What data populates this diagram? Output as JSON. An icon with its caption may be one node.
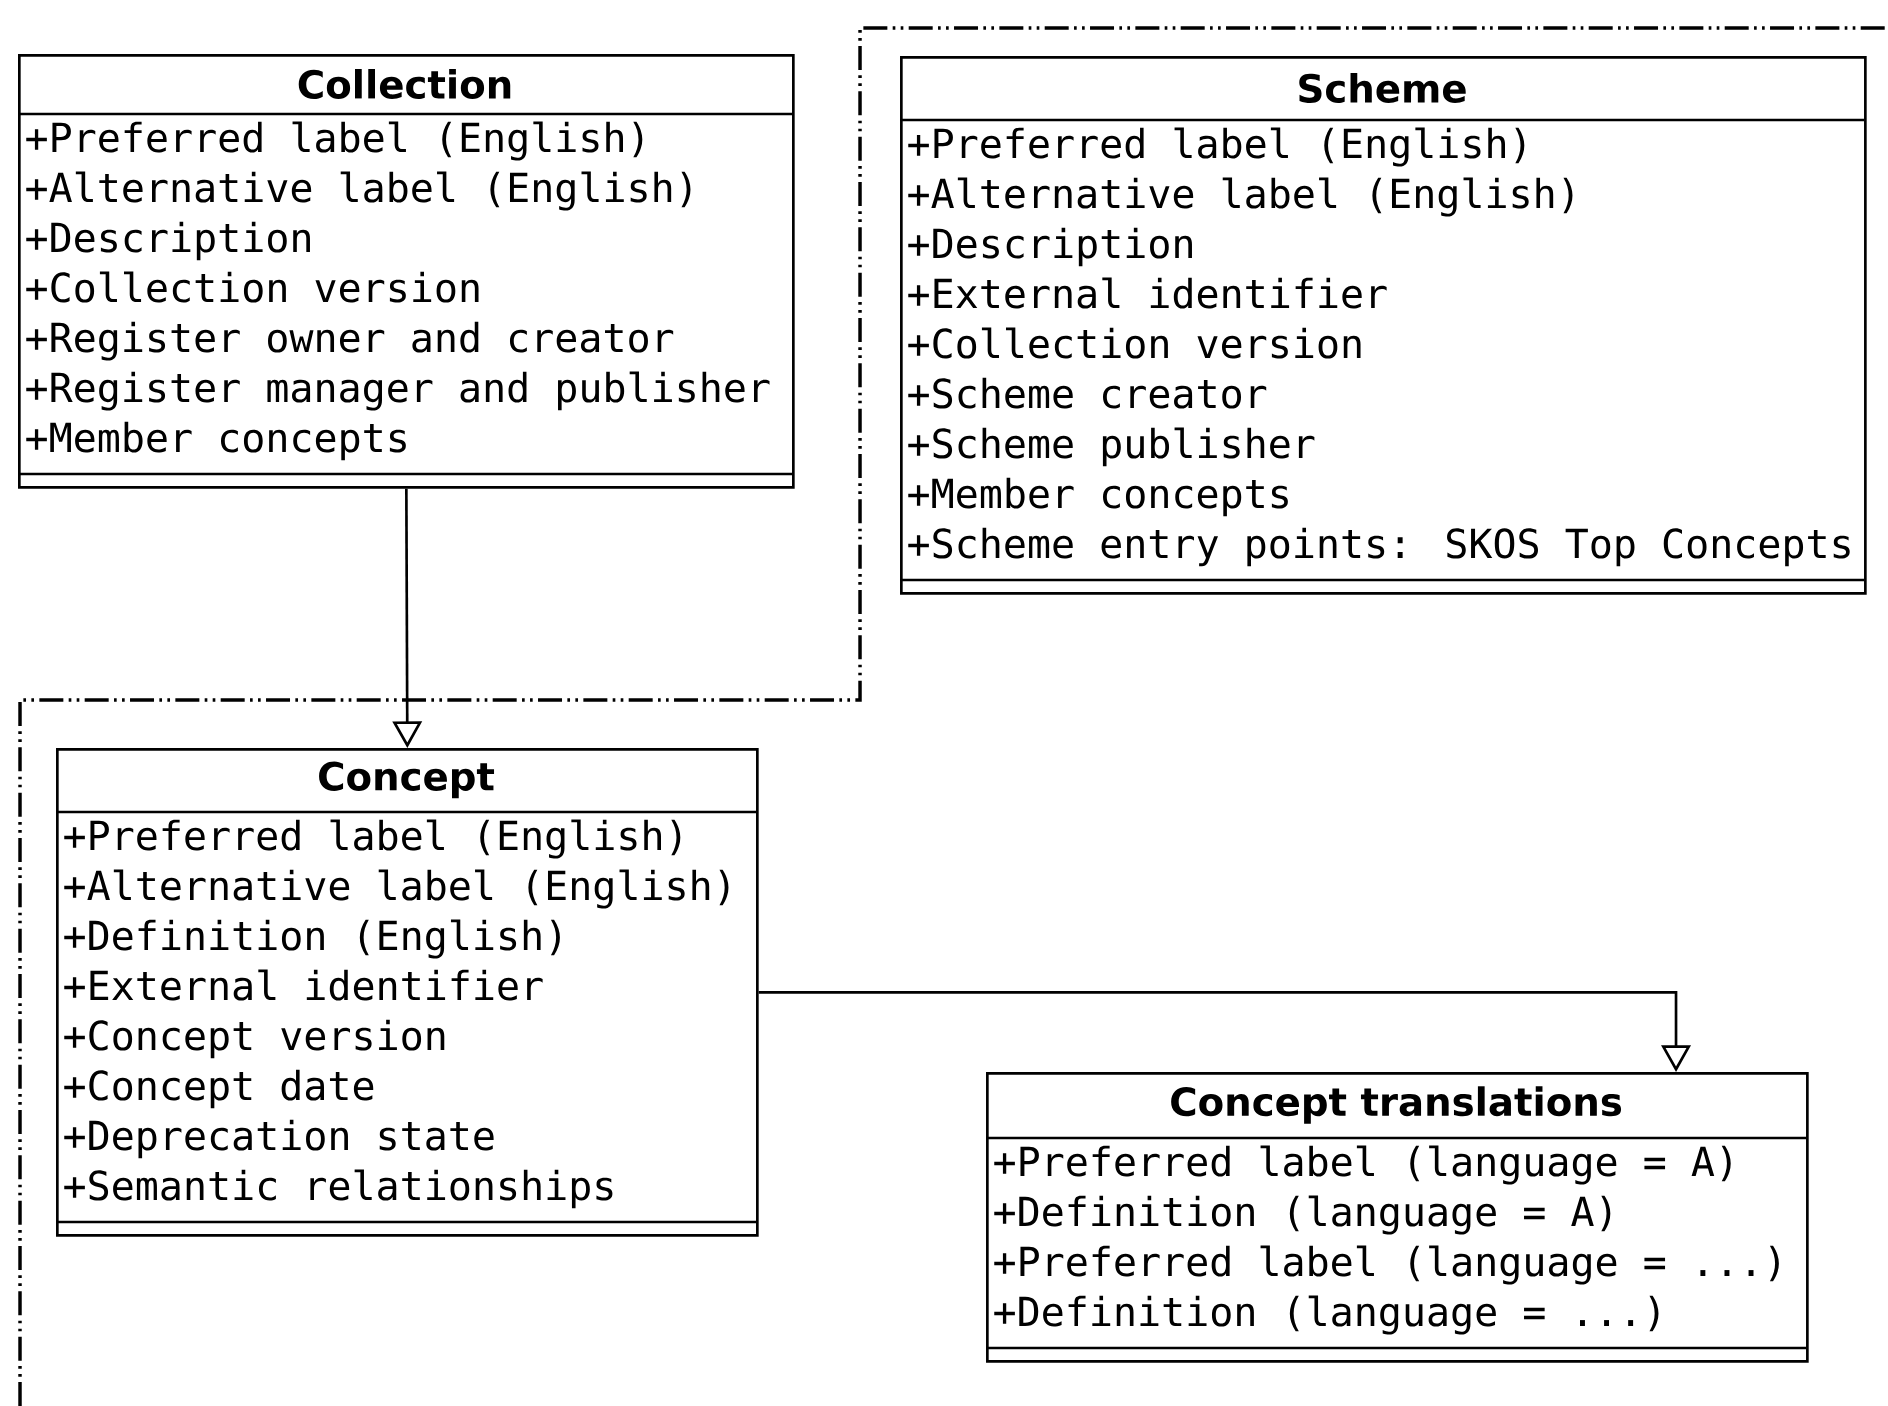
{
  "diagram": {
    "nodes": [
      {
        "text": [
          "Collection",
          "+Preferred label (English)",
          "+Alternative label (English)",
          "+Description",
          "+Collection version",
          "+Register owner and creator",
          "+Register manager and publisher",
          "+Member concepts"
        ]
      },
      {
        "text": [
          "Scheme",
          "+Preferred label (English)",
          "+Alternative label (English)",
          "+Description",
          "+External identifier",
          "+Collection version",
          "+Scheme creator",
          "+Scheme publisher",
          "+Member concepts",
          "+Scheme entry points: SKOS Top Concepts"
        ]
      },
      {
        "text": [
          "Concept",
          "+Preferred label (English)",
          "+Alternative label (English)",
          "+Definition (English)",
          "+External identifier",
          "+Concept version",
          "+Concept date",
          "+Deprecation state",
          "+Semantic relationships"
        ]
      },
      {
        "text": [
          "Concept translations",
          "+Preferred label (language = A)",
          "+Definition (language = A)",
          "+Preferred label (language = ...)",
          "+Definition (language = ...)"
        ]
      }
    ],
    "edges": [
      {
        "from": 0,
        "to": 2,
        "arrow": "to"
      },
      {
        "from": 2,
        "to": 3,
        "arrow": "to"
      }
    ]
  }
}
